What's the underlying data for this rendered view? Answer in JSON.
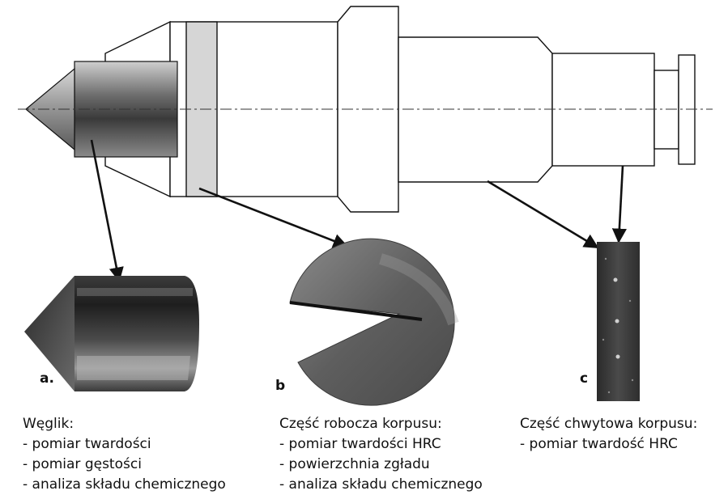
{
  "labels": {
    "a": "a.",
    "b": "b",
    "c": "c"
  },
  "captions": {
    "carbide": {
      "title": "Węglik:",
      "items": [
        "- pomiar twardości",
        "- pomiar gęstości",
        "- analiza składu chemicznego"
      ]
    },
    "working_part": {
      "title": "Część robocza korpusu:",
      "items": [
        "- pomiar twardości HRC",
        "- powierzchnia zgładu",
        "- analiza składu chemicznego"
      ]
    },
    "shank_part": {
      "title": "Część chwytowa korpusu:",
      "items": [
        "- pomiar twardość HRC"
      ]
    }
  }
}
